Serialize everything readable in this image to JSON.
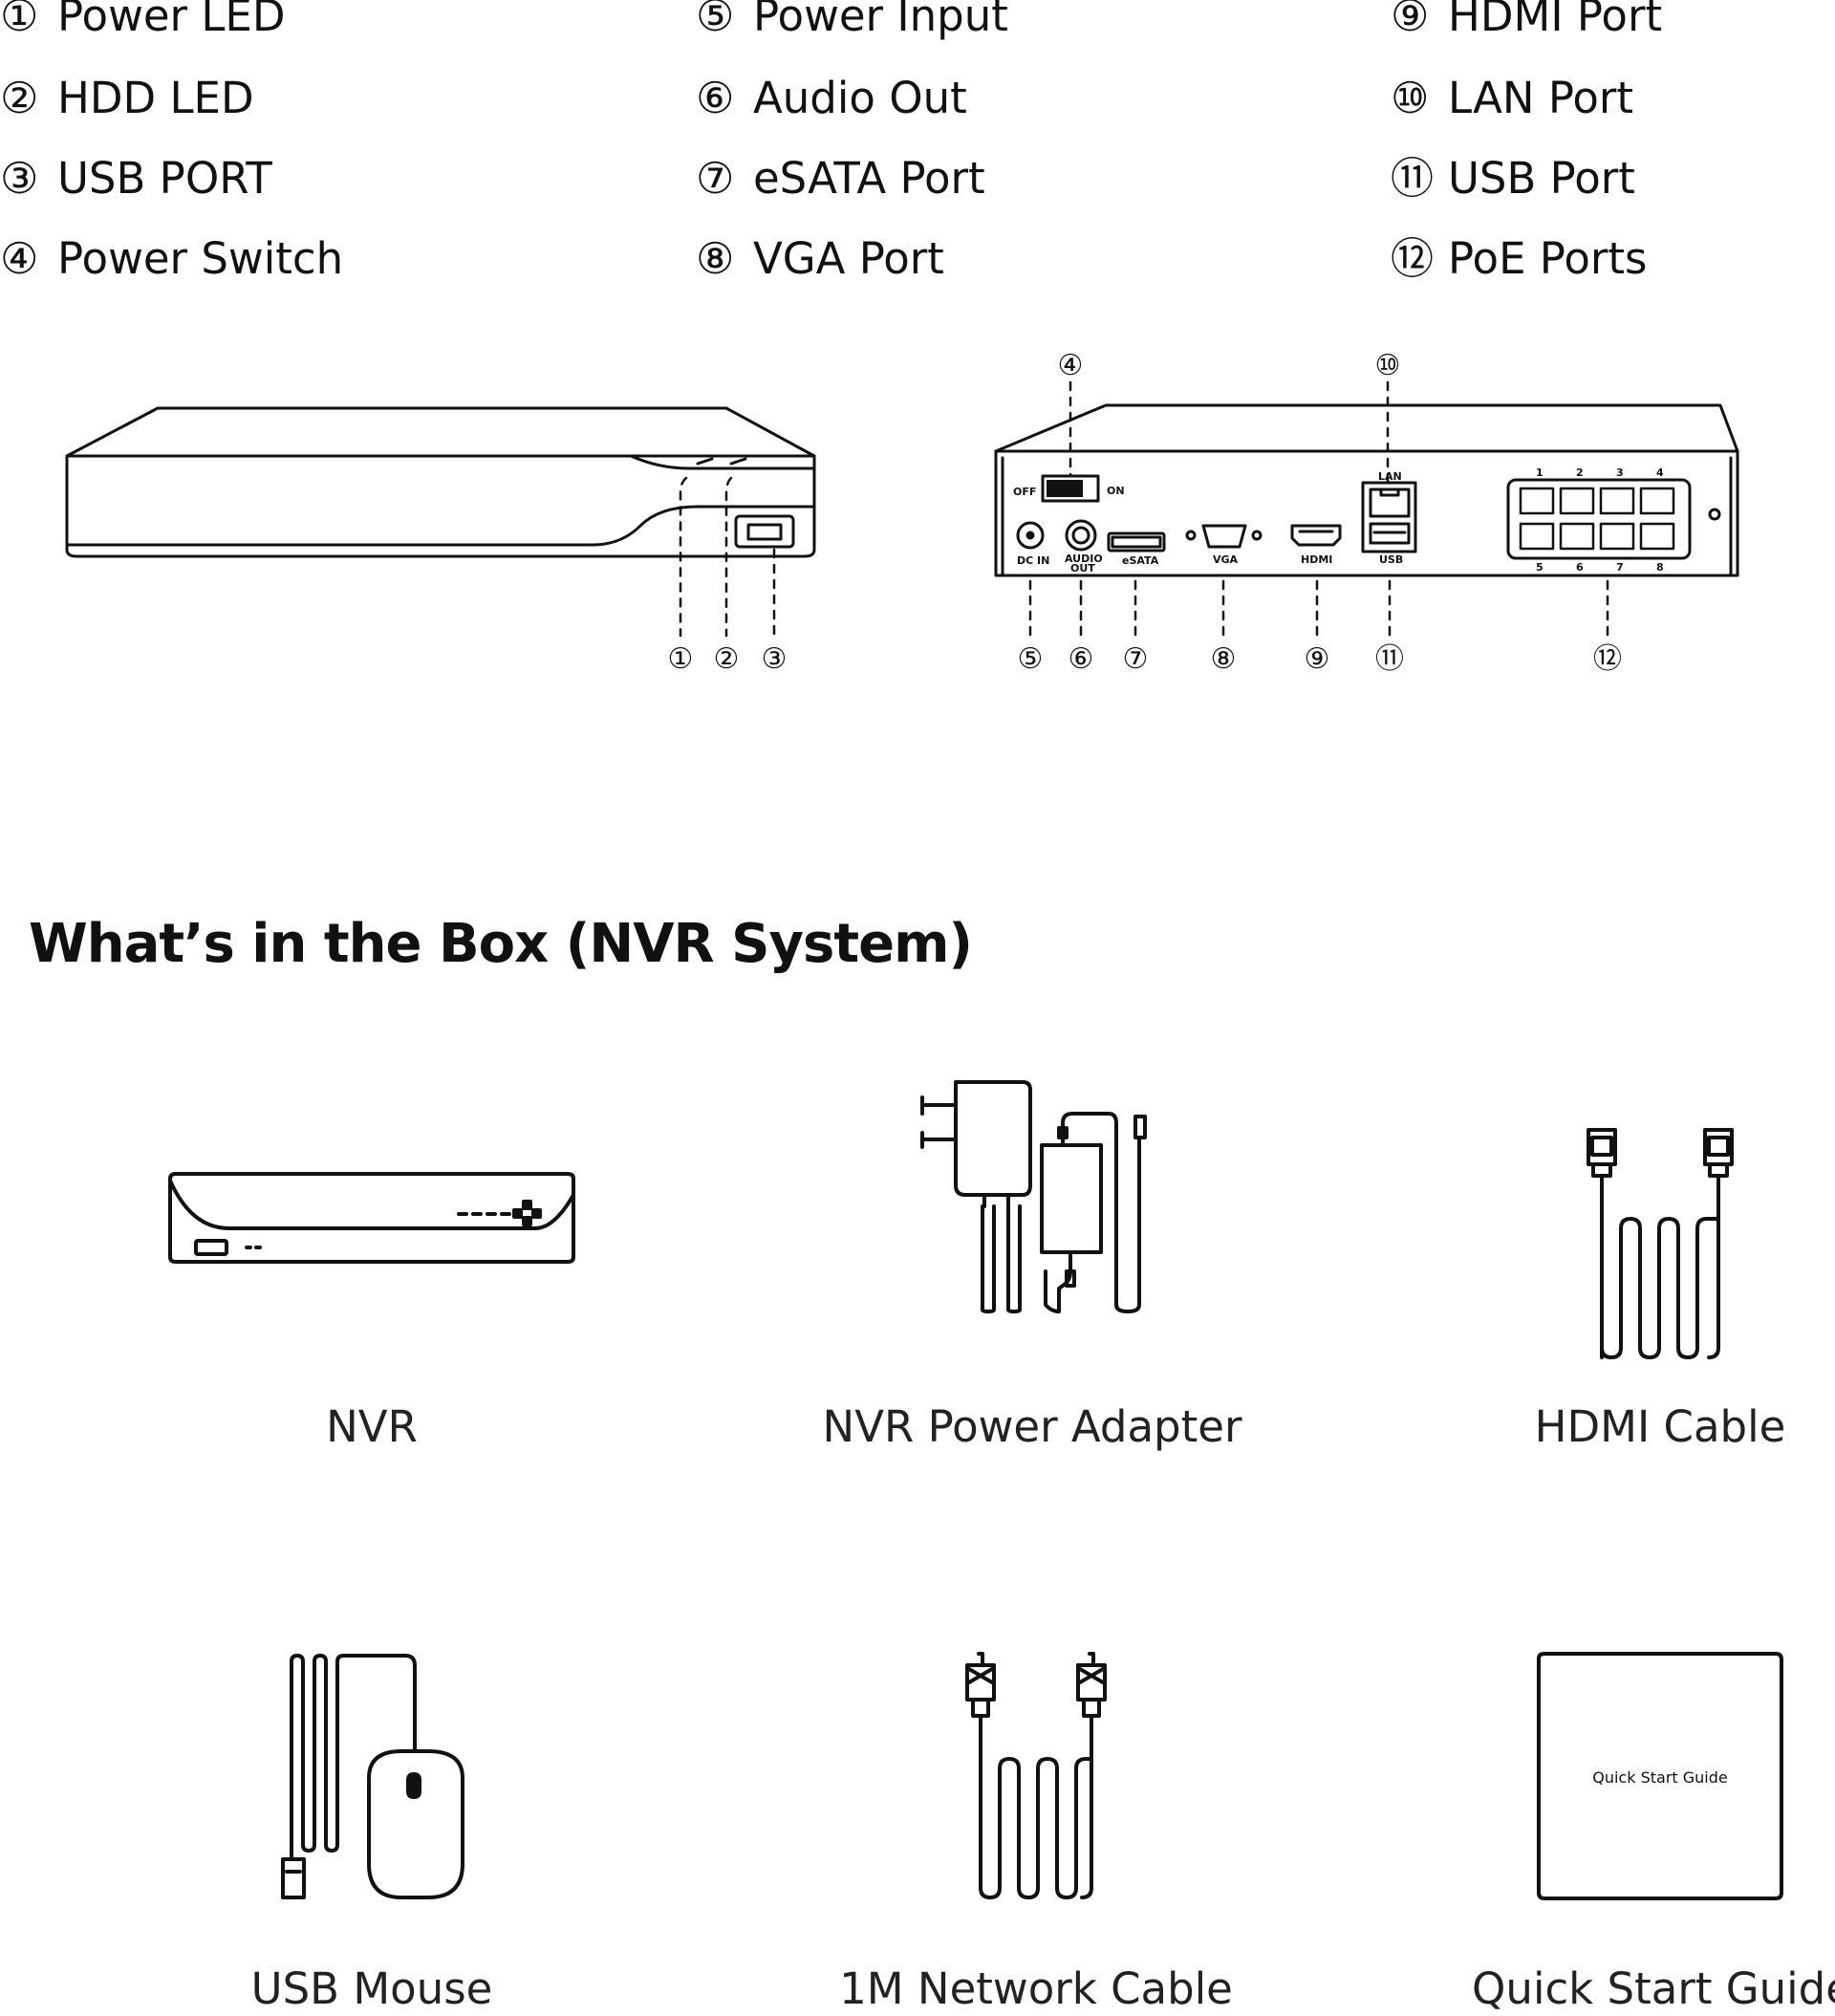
{
  "legend": [
    {
      "num": "①",
      "label": "Power LED"
    },
    {
      "num": "②",
      "label": "HDD LED"
    },
    {
      "num": "③",
      "label": "USB PORT"
    },
    {
      "num": "④",
      "label": "Power Switch"
    },
    {
      "num": "⑤",
      "label": "Power Input"
    },
    {
      "num": "⑥",
      "label": "Audio Out"
    },
    {
      "num": "⑦",
      "label": "eSATA Port"
    },
    {
      "num": "⑧",
      "label": "VGA Port"
    },
    {
      "num": "⑨",
      "label": "HDMI Port"
    },
    {
      "num": "⑩",
      "label": "LAN Port"
    },
    {
      "num": "⑪",
      "label": "USB Port"
    },
    {
      "num": "⑫",
      "label": "PoE Ports"
    }
  ],
  "rear_panel": {
    "off": "OFF",
    "on": "ON",
    "dc_in": "DC IN",
    "audio_out_1": "AUDIO",
    "audio_out_2": "OUT",
    "esata": "eSATA",
    "vga": "VGA",
    "hdmi": "HDMI",
    "lan": "LAN",
    "usb": "USB",
    "poe_top": [
      "1",
      "2",
      "3",
      "4"
    ],
    "poe_bottom": [
      "5",
      "6",
      "7",
      "8"
    ]
  },
  "section_title": "What’s in the Box (NVR System)",
  "box_items": [
    {
      "label": "NVR"
    },
    {
      "label": "NVR Power Adapter"
    },
    {
      "label": "HDMI Cable"
    },
    {
      "label": "USB Mouse"
    },
    {
      "label": "1M Network Cable"
    },
    {
      "label": "Quick Start Guide"
    }
  ],
  "guide_cover_text": "Quick Start Guide"
}
